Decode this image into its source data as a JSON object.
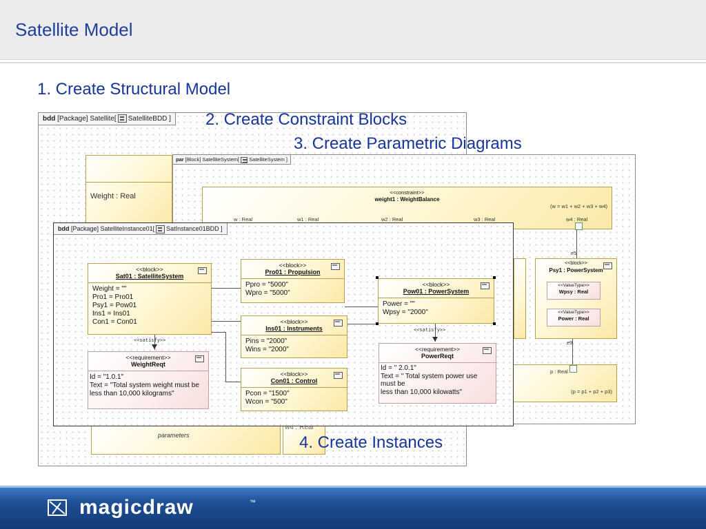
{
  "slide": {
    "title": "Satellite Model"
  },
  "steps": {
    "s1": "1.  Create Structural Model",
    "s2": "2.  Create Constraint Blocks",
    "s3": "3.  Create Parametric Diagrams",
    "s4": "4.  Create Instances"
  },
  "bdd_back": {
    "tab_kind": "bdd",
    "tab_text": "[Package] Satellite[",
    "tab_name": "SatelliteBDD ]",
    "weight_attr": "Weight : Real",
    "parameters": "parameters",
    "w4": "w4 : Real"
  },
  "par": {
    "tab_kind": "par",
    "tab_text": "[Block] SatelliteSystem[",
    "tab_name": "SatelliteSystem ]",
    "constraint_stereo": "<<constraint>>",
    "constraint_name": "weight1 : WeightBalance",
    "constraint_eq": "(w = w1 + w2 + w3 + w4)",
    "ports": [
      "w : Real",
      "w1 : Real",
      "w2 : Real",
      "w3 : Real",
      "w4 : Real"
    ],
    "e5": "e5",
    "e9": "e9",
    "psy_stereo": "<<block>>",
    "psy_name": "Psy1 : PowerSystem",
    "vt_stereo": "<<ValueType>>",
    "wpsy": "Wpsy : Real",
    "power": "Power : Real",
    "p_real": "p : Real",
    "p_eq": "(p = p1 + p2 + p3)"
  },
  "bdd_front": {
    "tab_kind": "bdd",
    "tab_text": "[Package] SatelliteInstance01[",
    "tab_name": "SatInstance01BDD ]",
    "block_stereo": "<<block>>",
    "req_stereo": "<<requirement>>",
    "satisfy": "<<satisfy>>",
    "sat01": {
      "name": "Sat01 : SatelliteSystem",
      "attrs": [
        "Weight = \"\"",
        "Pro1 = Pro01",
        "Psy1 = Pow01",
        "Ins1 = Ins01",
        "Con1 = Con01"
      ]
    },
    "pro01": {
      "name": "Pro01 : Propulsion",
      "attrs": [
        "Ppro = \"5000\"",
        "Wpro = \"5000\""
      ]
    },
    "ins01": {
      "name": "Ins01 : Instruments",
      "attrs": [
        "Pins = \"2000\"",
        "Wins = \"2000\""
      ]
    },
    "con01": {
      "name": "Con01 : Control",
      "attrs": [
        "Pcon = \"1500\"",
        "Wcon = \"500\""
      ]
    },
    "pow01": {
      "name": "Pow01 : PowerSystem",
      "attrs": [
        "Power = \"\"",
        "Wpsy = \"2000\""
      ]
    },
    "weightreq": {
      "name": "WeightReqt",
      "attrs": [
        "Id = \"1.0.1\"",
        "Text = \"Total system weight must be",
        "less than 10,000 kilograms\""
      ]
    },
    "powerreq": {
      "name": "PowerReqt",
      "attrs": [
        "Id = \" 2.0.1\"",
        "Text = \" Total system power use",
        "must be",
        "less than 10,000 kilowatts\""
      ]
    }
  },
  "footer": {
    "logo": "magicdraw",
    "tm": "™"
  },
  "colors": {
    "title": "#1f3f9a",
    "block": "#fff6d2",
    "requirement": "#fdeeee",
    "footer": "#1f4f95"
  }
}
